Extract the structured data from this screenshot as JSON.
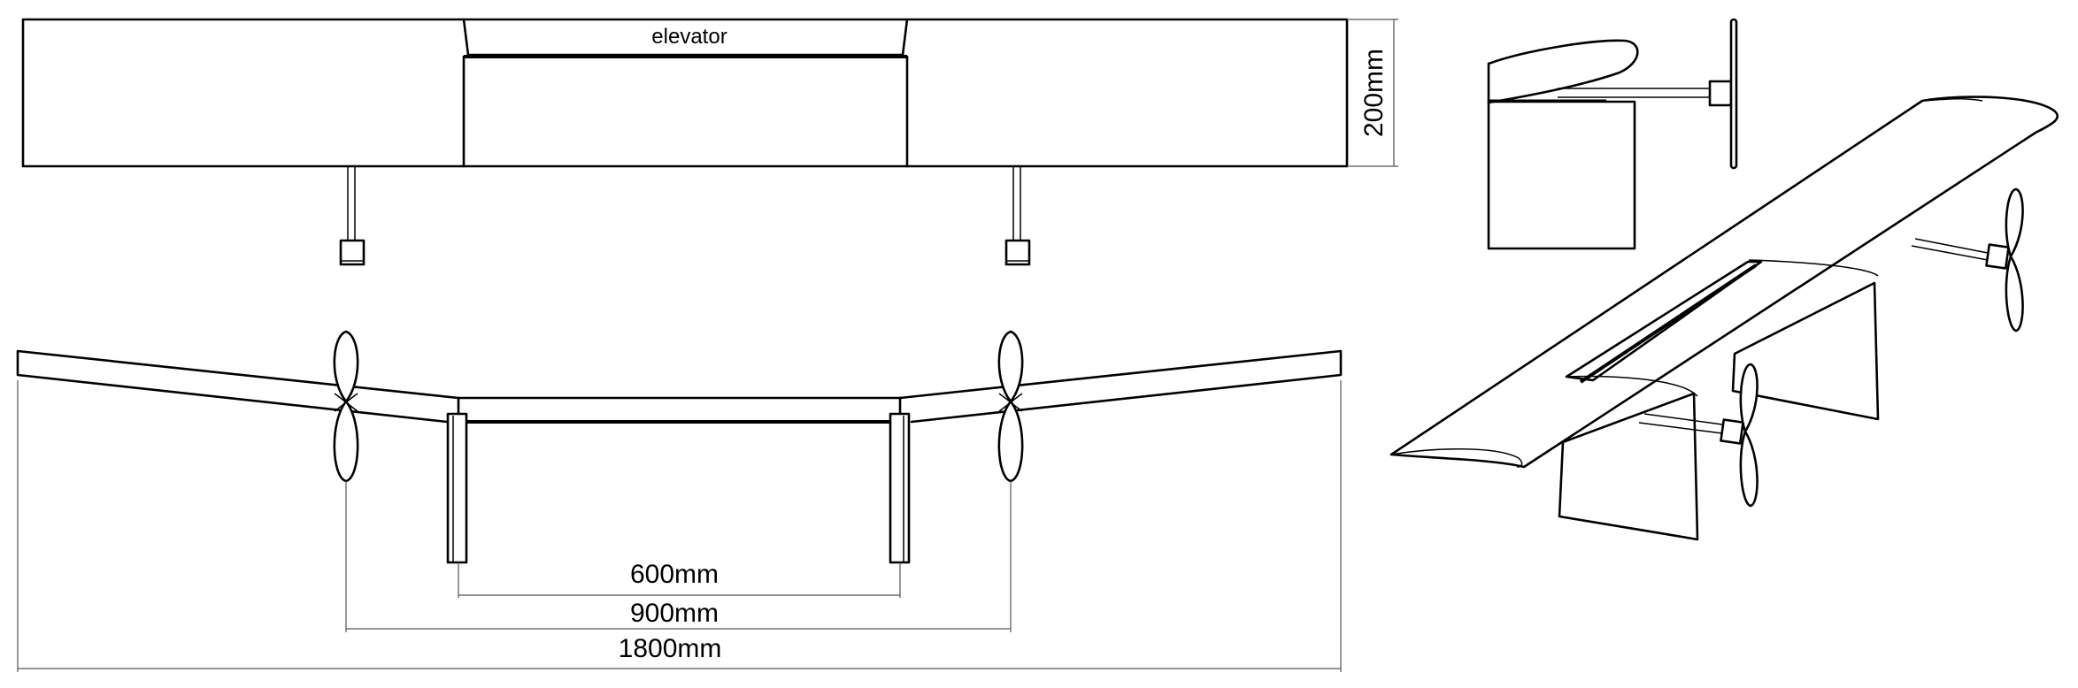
{
  "top_view": {
    "elevator_label": "elevator",
    "height_dimension": "200mm"
  },
  "front_view": {
    "dimensions": [
      "600mm",
      "900mm",
      "1800mm"
    ]
  }
}
